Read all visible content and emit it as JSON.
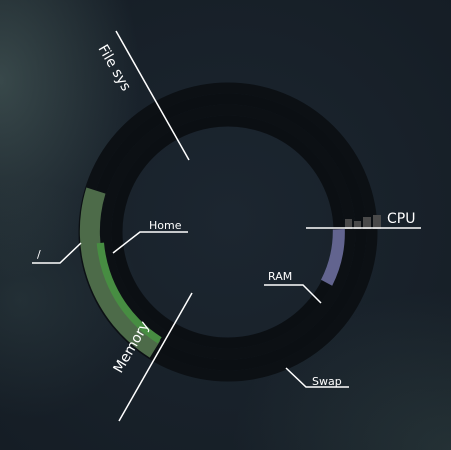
{
  "widget": {
    "labels": {
      "filesys": "File sys",
      "memory": "Memory",
      "cpu": "CPU",
      "root": "/",
      "home": "Home",
      "ram": "RAM",
      "swap": "Swap"
    },
    "colors": {
      "ring_track": "#0c1014",
      "ring_track_light": "#121820",
      "root_usage": "#4d6b49",
      "home_usage": "#478d42",
      "memory_outer": "#40613c",
      "cpu_usage": "#62648f",
      "cpu_bars": "#4a4a4a",
      "label_text": "#ffffff"
    }
  }
}
